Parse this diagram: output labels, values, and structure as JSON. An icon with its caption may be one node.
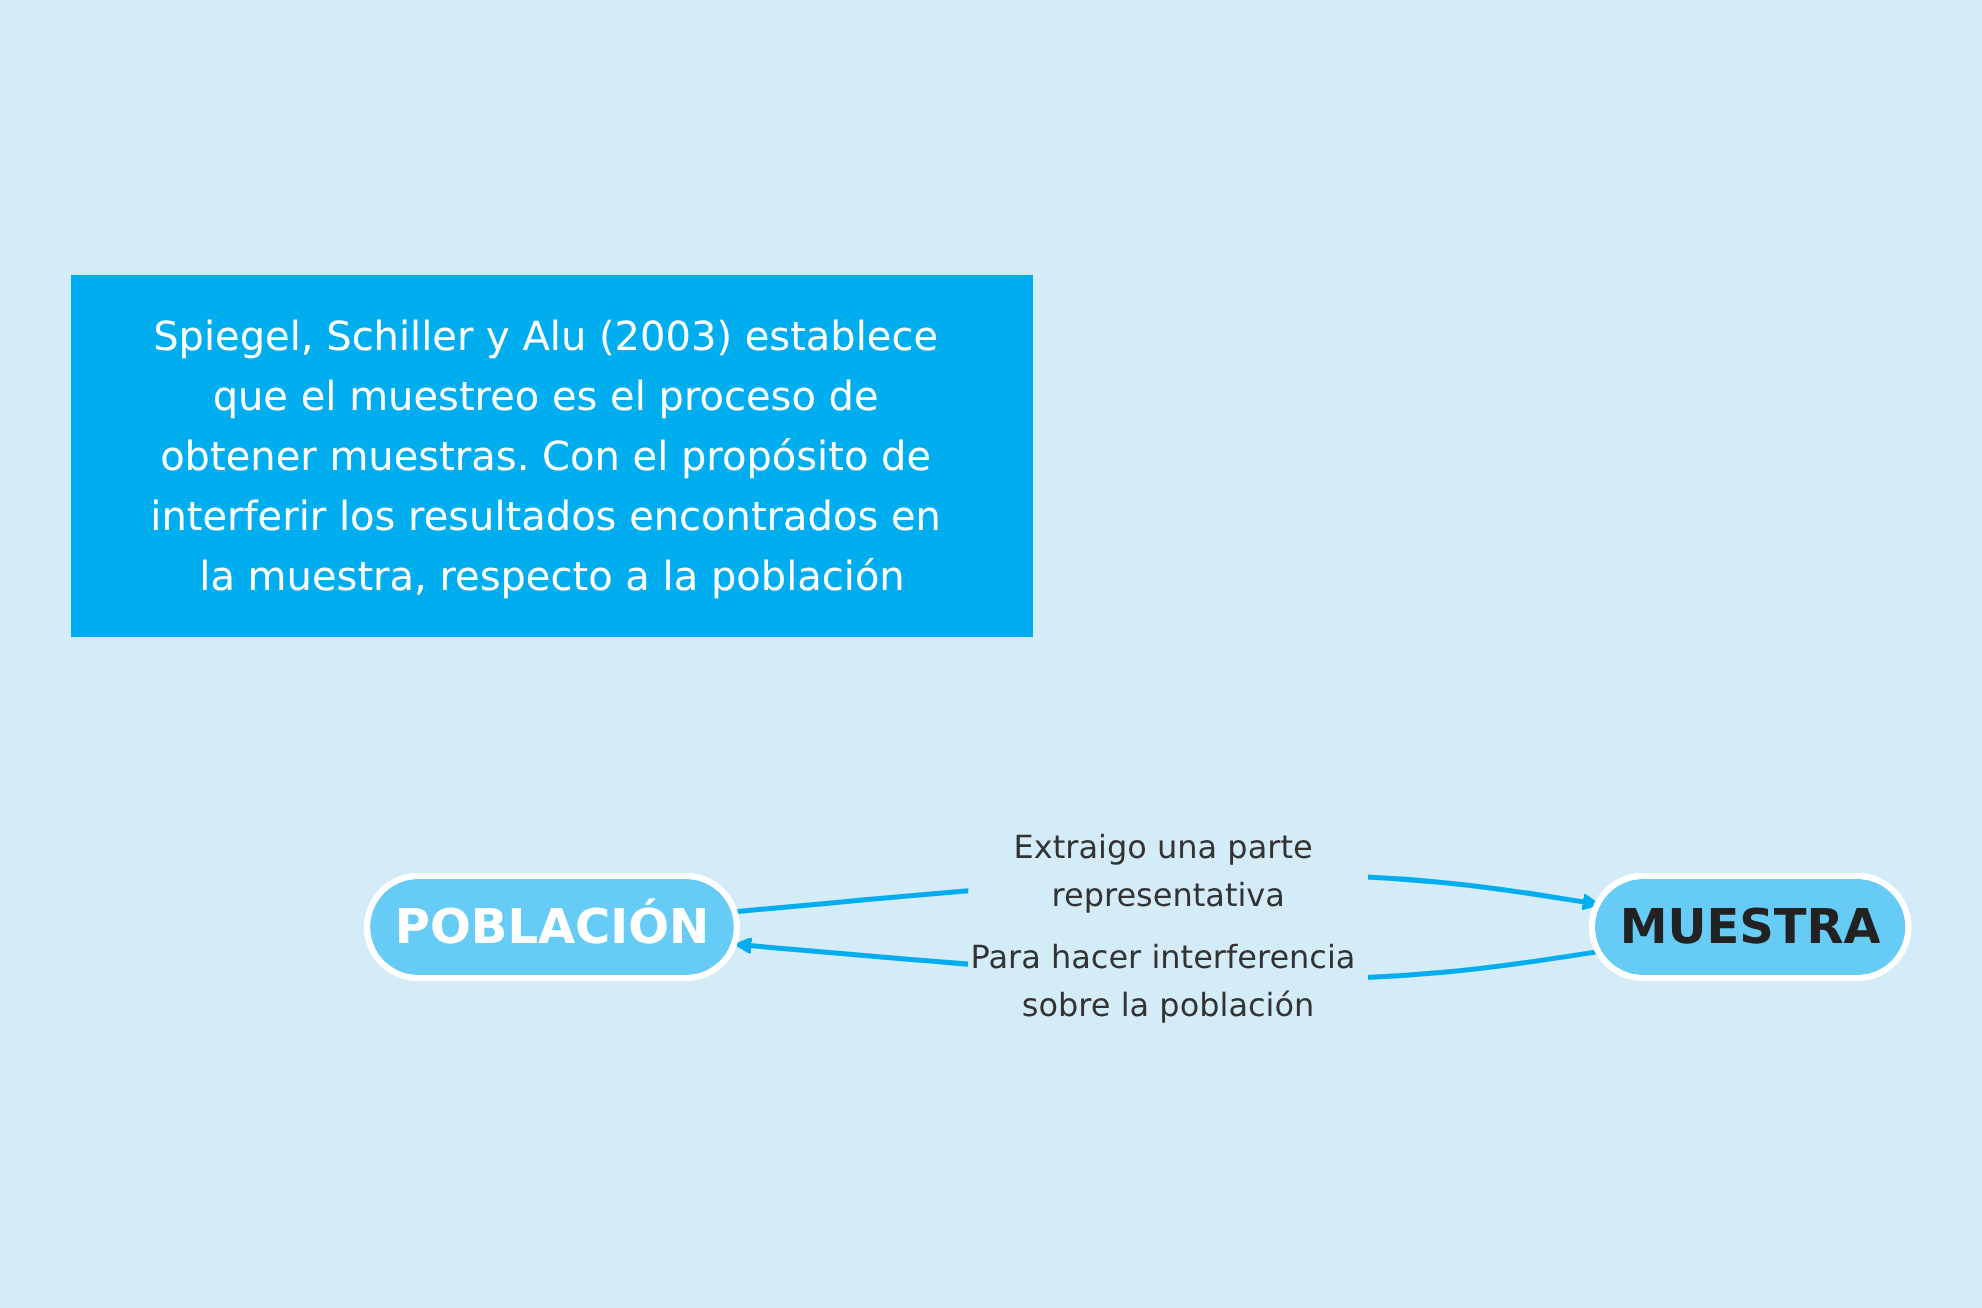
{
  "diagram": {
    "nodes": [
      {
        "text": [
          "Spiegel, Schiller y Alu (2003) establece que el muestreo es el proceso de obtener muestras. Con el propósito de interferir los resultados encontrados en la muestra, respecto a la población"
        ]
      },
      {
        "text": [
          "POBLACIÓN"
        ]
      },
      {
        "text": [
          "MUESTRA"
        ]
      }
    ],
    "edges": [
      {
        "from": 2,
        "to": 1,
        "arrow": "to",
        "label": "Para hacer interferencia sobre la población"
      },
      {
        "from": 1,
        "to": 2,
        "arrow": "to",
        "label": "Extraigo una parte representativa"
      }
    ]
  }
}
